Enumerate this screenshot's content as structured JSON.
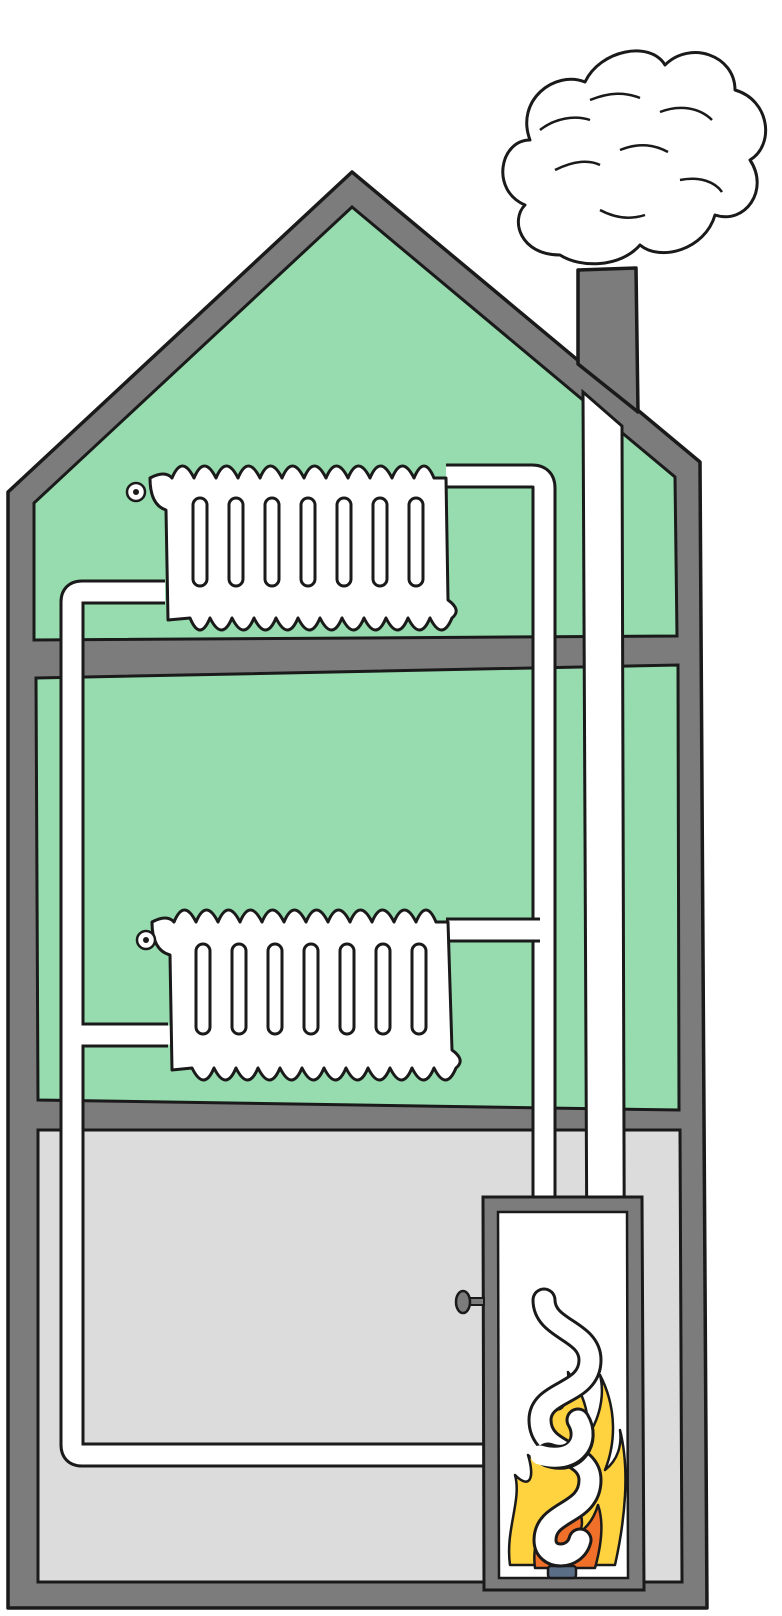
{
  "illustration": {
    "subject": "",
    "colors": {
      "upper_floors": "#97dcae",
      "basement": "#dcdcdc",
      "walls": "#7c7c7c",
      "outline": "#1a1a1a",
      "pipe": "#ffffff",
      "smoke": "#ffffff",
      "flame_outer": "#ffd23f",
      "flame_inner": "#f0702a",
      "burner": "#5a6e86"
    },
    "radiator_fins": 7,
    "radiator_count": 2,
    "floors": 3
  }
}
